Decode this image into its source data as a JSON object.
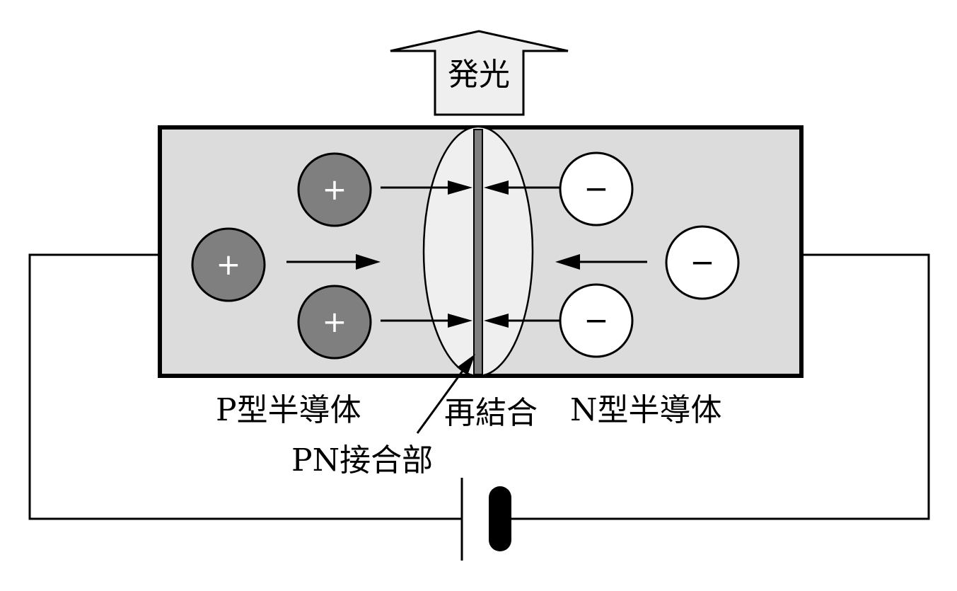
{
  "labels": {
    "emission": "発光",
    "p_type": "P型半導体",
    "n_type": "N型半導体",
    "recombination": "再結合",
    "pn_junction": "PN接合部"
  },
  "carriers": {
    "hole_symbol": "+",
    "electron_symbol": "−",
    "hole_count": 3,
    "electron_count": 3
  },
  "colors": {
    "background": "#ffffff",
    "semiconductor_fill": "#dcdcdc",
    "junction_zone_fill": "#efefef",
    "junction_line": "#808080",
    "hole_fill": "#7f7f7f",
    "electron_fill": "#ffffff",
    "arrow_fill": "#efefef",
    "stroke": "#000000"
  }
}
